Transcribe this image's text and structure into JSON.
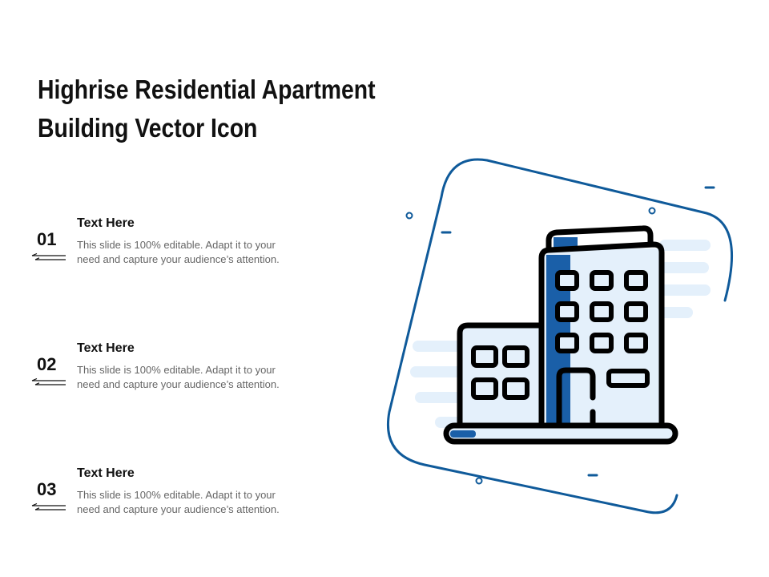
{
  "slide": {
    "title_line1": "Highrise Residential Apartment",
    "title_line2": "Building Vector Icon"
  },
  "items": [
    {
      "number": "01",
      "heading": "Text Here",
      "line1": "This slide is 100% editable. Adapt it to your",
      "line2": "need and capture your audience’s attention."
    },
    {
      "number": "02",
      "heading": "Text Here",
      "line1": "This slide is 100% editable. Adapt it to your",
      "line2": "need and capture your audience’s attention."
    },
    {
      "number": "03",
      "heading": "Text Here",
      "line1": "This slide is 100% editable. Adapt it to your",
      "line2": "need and capture your audience’s attention."
    }
  ],
  "colors": {
    "accent": "#1a5fa8",
    "outline": "#0f5a9a",
    "fill_light": "#e4f0fb",
    "ink": "#000000"
  },
  "icon": {
    "name": "apartment-building-icon"
  }
}
